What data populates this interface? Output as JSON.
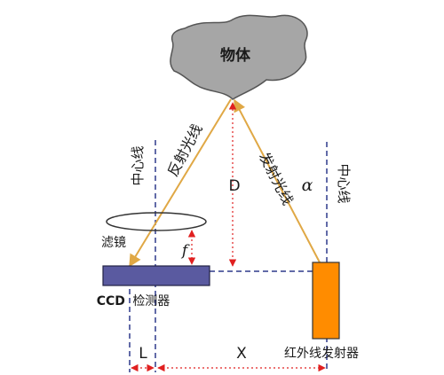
{
  "diagram": {
    "object_label": "物体",
    "reflected_ray_label": "反射光线",
    "emitted_ray_label": "发射光线",
    "left_centerline_label": "中心线",
    "right_centerline_label": "中心线",
    "distance_label": "D",
    "angle_label": "α",
    "focal_label": "f",
    "filter_label": "滤镜",
    "detector_label_ccd": "CCD",
    "detector_label_rest": "检测器",
    "emitter_label": "红外线发射器",
    "offset_label": "L",
    "baseline_label": "X",
    "colors": {
      "ray": "#e0a845",
      "arrow_red": "#e02020",
      "dashed_blue": "#2e3a8c",
      "detector_fill": "#5a5aa0",
      "emitter_fill": "#ff8c00",
      "object_fill": "#a6a6a6"
    }
  }
}
